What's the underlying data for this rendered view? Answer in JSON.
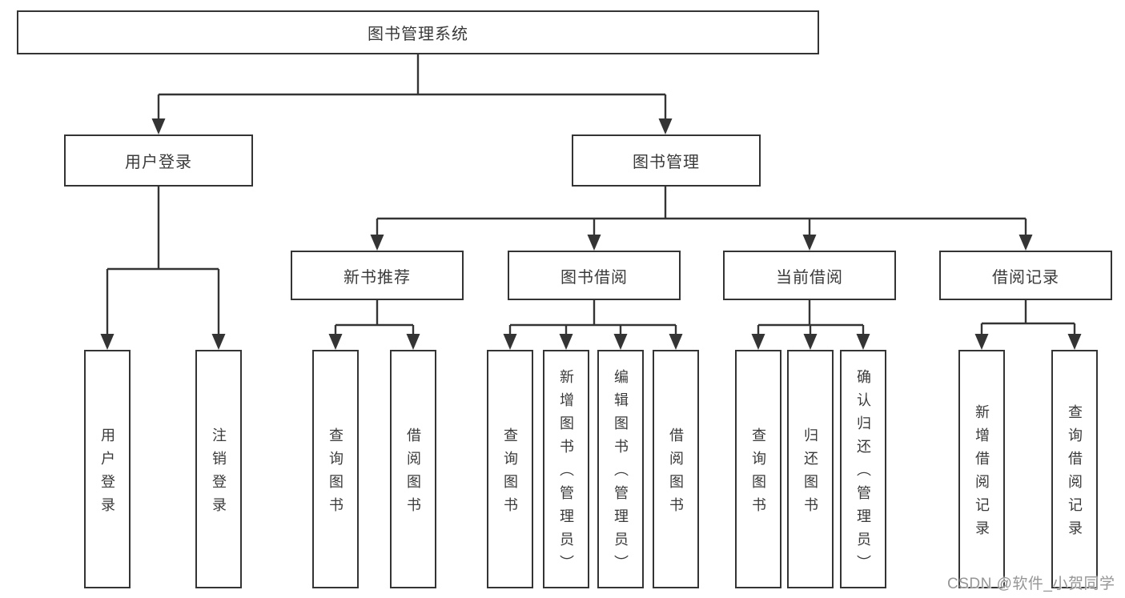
{
  "tree": {
    "root": {
      "label": "图书管理系统",
      "children": [
        {
          "label": "用户登录",
          "children": [
            {
              "label": "用户登录"
            },
            {
              "label": "注销登录"
            }
          ]
        },
        {
          "label": "图书管理",
          "children": [
            {
              "label": "新书推荐",
              "children": [
                {
                  "label": "查询图书"
                },
                {
                  "label": "借阅图书"
                }
              ]
            },
            {
              "label": "图书借阅",
              "children": [
                {
                  "label": "查询图书"
                },
                {
                  "label": "新增图书（管理员）"
                },
                {
                  "label": "编辑图书（管理员）"
                },
                {
                  "label": "借阅图书"
                }
              ]
            },
            {
              "label": "当前借阅",
              "children": [
                {
                  "label": "查询图书"
                },
                {
                  "label": "归还图书"
                },
                {
                  "label": "确认归还（管理员）"
                }
              ]
            },
            {
              "label": "借阅记录",
              "children": [
                {
                  "label": "新增借阅记录"
                },
                {
                  "label": "查询借阅记录"
                }
              ]
            }
          ]
        }
      ]
    }
  },
  "watermark": {
    "text": "CSDN @软件_小贺同学"
  },
  "colors": {
    "line": "#343434",
    "box_border": "#343434",
    "box_background": "#ffffff",
    "text": "#3a3a3a",
    "watermark": "#969696",
    "page_background": "#ffffff"
  }
}
